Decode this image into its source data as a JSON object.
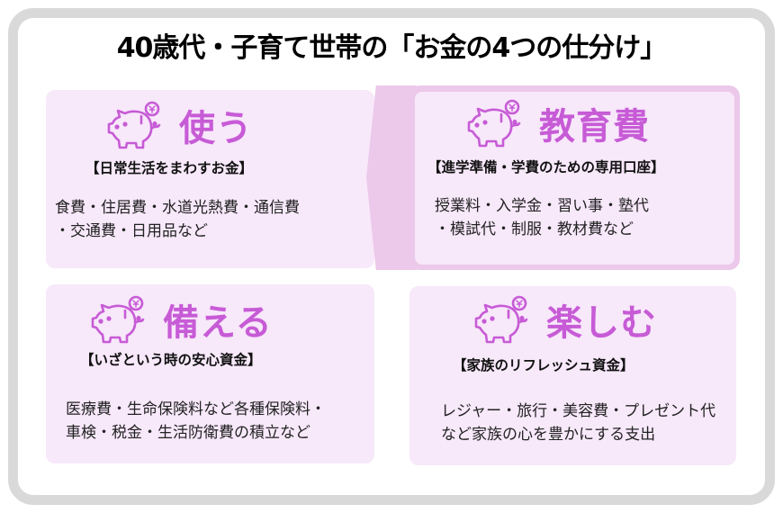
{
  "title": "40歳代・子育て世帯の「お金の4つの仕分け」",
  "colors": {
    "heading": "#c75bd6",
    "card_bg": "#f7e8fa",
    "highlight_frame": "#ecc8ea",
    "outer_frame": "#d9d9d9"
  },
  "cards": [
    {
      "icon": "piggy-bank-yen-icon",
      "heading": "使う",
      "subtitle": "【日常生活をまわすお金】",
      "lines": [
        "食費・住居費・水道光熱費・通信費",
        "・交通費・日用品など"
      ]
    },
    {
      "icon": "piggy-bank-yen-icon",
      "heading": "教育費",
      "subtitle": "【進学準備・学費のための専用口座】",
      "lines": [
        "授業料・入学金・習い事・塾代",
        "・模試代・制服・教材費など"
      ],
      "highlighted": true
    },
    {
      "icon": "piggy-bank-yen-icon",
      "heading": "備える",
      "subtitle": "【いざという時の安心資金】",
      "lines": [
        "医療費・生命保険料など各種保険料・",
        "車検・税金・生活防衛費の積立など"
      ]
    },
    {
      "icon": "piggy-bank-yen-icon",
      "heading": "楽しむ",
      "subtitle": "【家族のリフレッシュ資金】",
      "lines": [
        "レジャー・旅行・美容費・プレゼント代",
        "など家族の心を豊かにする支出"
      ]
    }
  ]
}
